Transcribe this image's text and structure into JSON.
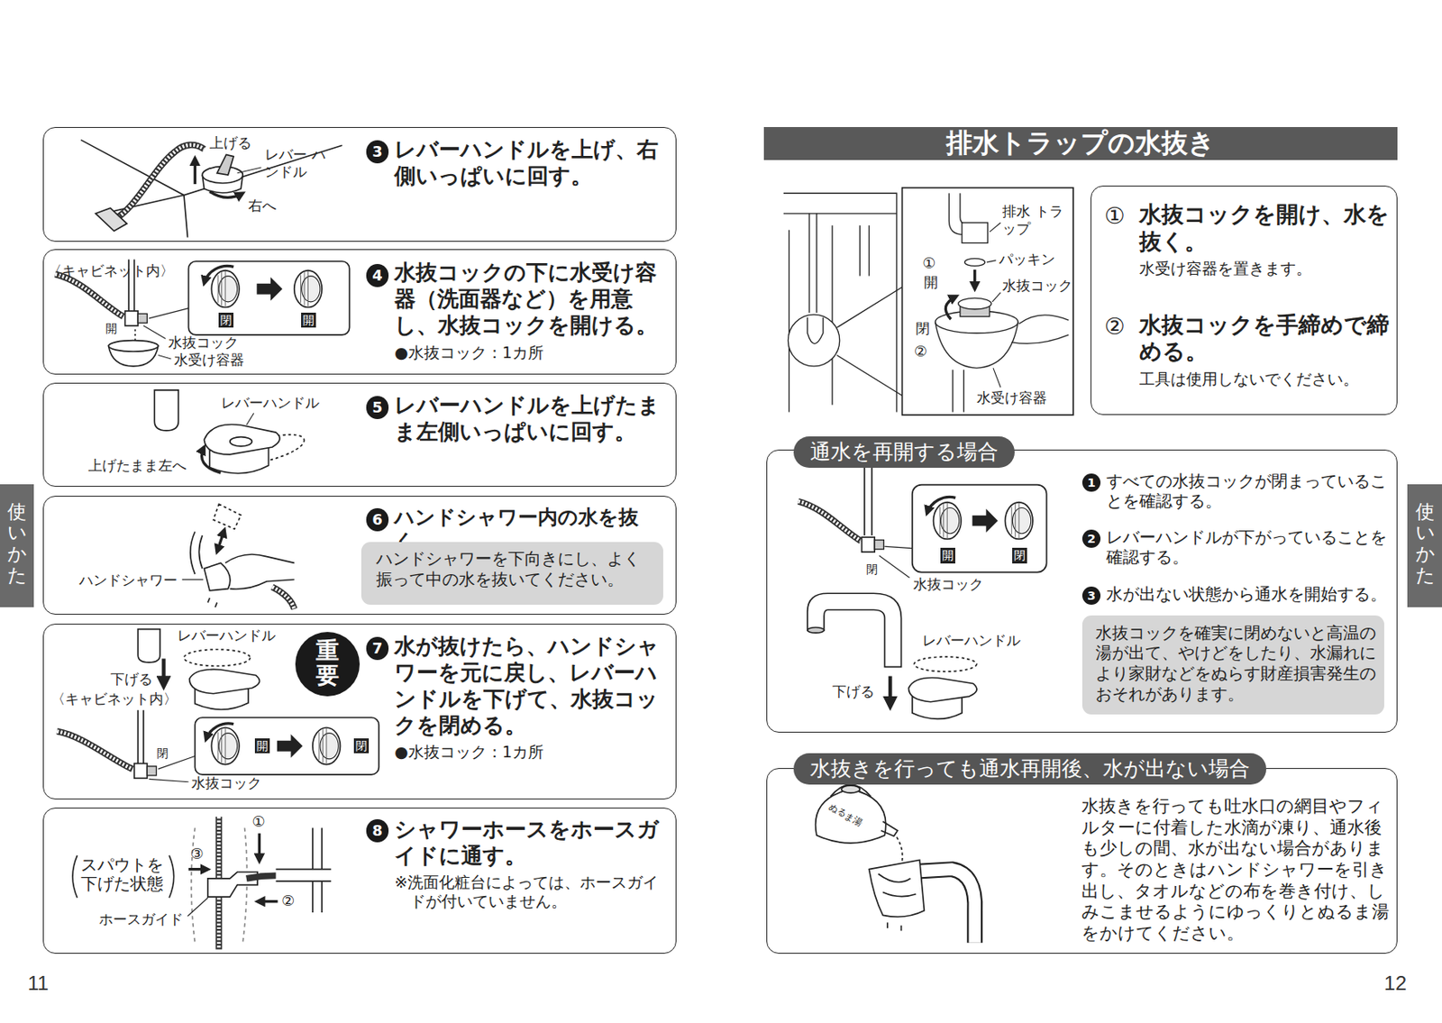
{
  "diagram": {
    "nodes": [
      {
        "text": [
          "3",
          "レバーハンドルを上げ、右側いっぱいに回す。"
        ]
      },
      {
        "text": [
          "4",
          "水抜コックの下に水受け容器（洗面器など）を用意し、水抜コックを開ける。",
          "●水抜コック：1カ所"
        ]
      },
      {
        "text": [
          "5",
          "レバーハンドルを上げたまま左側いっぱいに回す。"
        ]
      },
      {
        "text": [
          "6",
          "ハンドシャワー内の水を抜く。"
        ]
      },
      {
        "text": [
          "ハンドシャワーを下向きにし、よく振って中の水を抜いてください。"
        ],
        "in": 3
      },
      {
        "text": [
          "7",
          "水が抜けたら、ハンドシャワーを元に戻し、レバーハンドルを下げて、水抜コックを閉める。",
          "●水抜コック：1カ所"
        ]
      },
      {
        "text": [
          "重要"
        ],
        "in": 5
      },
      {
        "text": [
          "8",
          "シャワーホースをホースガイドに通す。",
          "※洗面化粧台によっては、ホースガイドが付いていません。"
        ]
      },
      {
        "text": [
          "使いかた"
        ]
      },
      {
        "text": [
          "排水トラップの水抜き"
        ]
      },
      {
        "text": [
          "①",
          "水抜コックを開け、水を抜く。",
          "水受け容器を置きます。",
          "②",
          "水抜コックを手締めで締める。",
          "工具は使用しないでください。"
        ]
      },
      {
        "text": [
          "通水を再開する場合",
          "1",
          "すべての水抜コックが閉まっていることを確認する。",
          "2",
          "レバーハンドルが下がっていることを確認する。",
          "3",
          "水が出ない状態から通水を開始する。"
        ]
      },
      {
        "text": [
          "水抜コックを確実に閉めないと高温の湯が出て、やけどをしたり、水漏れにより家財などをぬらす財産損害発生のおそれがあります。"
        ],
        "in": 11
      },
      {
        "text": [
          "水抜きを行っても通水再開後、水が出ない場合",
          "水抜きを行っても吐水口の網目やフィルターに付着した水滴が凍り、通水後も少しの間、水が出ない場合があります。そのときはハンドシャワーを引き出し、タオルなどの布を巻き付け、しみこませるようにゆっくりとぬるま湯をかけてください。"
        ]
      },
      {
        "text": [
          "使いかた"
        ]
      }
    ],
    "labels": [
      "上げる",
      "レバー ハンドル",
      "右へ",
      "〈キャビネット内〉",
      "開",
      "水抜コック",
      "水受け容器",
      "閉",
      "開",
      "レバーハンドル",
      "上げたまま左へ",
      "ハンドシャワー",
      "レバーハンドル",
      "下げる",
      "〈キャビネット内〉",
      "閉",
      "開",
      "閉",
      "水抜コック",
      "スパウトを 下げた状態",
      "①",
      "③",
      "②",
      "ホースガイド",
      "11",
      "排水 トラップ",
      "パッキン",
      "①",
      "開",
      "水抜コック",
      "閉",
      "②",
      "水受け容器",
      "開",
      "閉",
      "閉",
      "水抜コック",
      "レバーハンドル",
      "下げる",
      "ぬるま湯",
      "12"
    ]
  }
}
